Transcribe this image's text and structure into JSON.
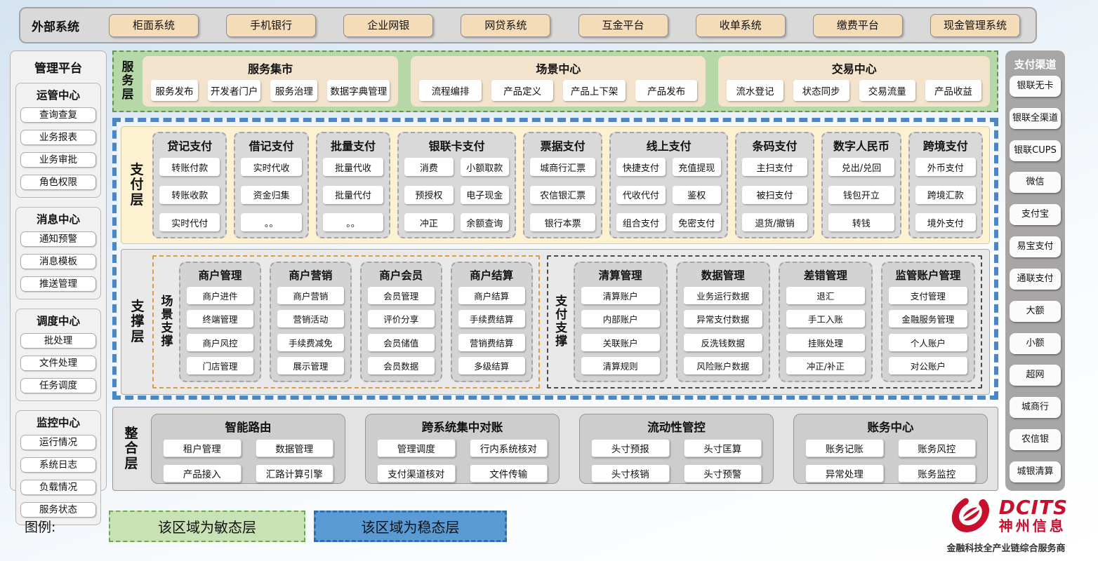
{
  "external": {
    "label": "外部系统",
    "systems": [
      "柜面系统",
      "手机银行",
      "企业网银",
      "网贷系统",
      "互金平台",
      "收单系统",
      "缴费平台",
      "现金管理系统"
    ]
  },
  "management": {
    "title": "管理平台",
    "groups": [
      {
        "title": "运管中心",
        "items": [
          "查询查复",
          "业务报表",
          "业务审批",
          "角色权限"
        ]
      },
      {
        "title": "消息中心",
        "items": [
          "通知预警",
          "消息模板",
          "推送管理"
        ]
      },
      {
        "title": "调度中心",
        "items": [
          "批处理",
          "文件处理",
          "任务调度"
        ]
      },
      {
        "title": "监控中心",
        "items": [
          "运行情况",
          "系统日志",
          "负载情况",
          "服务状态"
        ]
      }
    ]
  },
  "service_layer": {
    "label": "服务层",
    "panels": [
      {
        "title": "服务集市",
        "items": [
          "服务发布",
          "开发者门户",
          "服务治理",
          "数据字典管理"
        ]
      },
      {
        "title": "场景中心",
        "items": [
          "流程编排",
          "产品定义",
          "产品上下架",
          "产品发布"
        ]
      },
      {
        "title": "交易中心",
        "items": [
          "流水登记",
          "状态同步",
          "交易流量",
          "产品收益"
        ]
      }
    ]
  },
  "payment_layer": {
    "label": "支付层",
    "columns": [
      {
        "title": "贷记支付",
        "cols": 1,
        "items": [
          "转账付款",
          "转账收款",
          "实时代付"
        ]
      },
      {
        "title": "借记支付",
        "cols": 1,
        "items": [
          "实时代收",
          "资金归集",
          "。。"
        ]
      },
      {
        "title": "批量支付",
        "cols": 1,
        "items": [
          "批量代收",
          "批量代付",
          "。。"
        ]
      },
      {
        "title": "银联卡支付",
        "cols": 2,
        "items": [
          "消费",
          "小额取款",
          "预授权",
          "电子现金",
          "冲正",
          "余额查询"
        ]
      },
      {
        "title": "票据支付",
        "cols": 1,
        "items": [
          "城商行汇票",
          "农信银汇票",
          "银行本票"
        ]
      },
      {
        "title": "线上支付",
        "cols": 2,
        "items": [
          "快捷支付",
          "充值提现",
          "代收代付",
          "鉴权",
          "组合支付",
          "免密支付"
        ]
      },
      {
        "title": "条码支付",
        "cols": 1,
        "items": [
          "主扫支付",
          "被扫支付",
          "退货/撤销"
        ]
      },
      {
        "title": "数字人民币",
        "cols": 1,
        "items": [
          "兑出/兑回",
          "钱包开立",
          "转钱"
        ]
      },
      {
        "title": "跨境支付",
        "cols": 1,
        "items": [
          "外币支付",
          "跨境汇款",
          "境外支付"
        ]
      }
    ]
  },
  "support_layer": {
    "label": "支撑层",
    "groups": [
      {
        "label": "场景支撑",
        "style": "orange",
        "columns": [
          {
            "title": "商户管理",
            "items": [
              "商户进件",
              "终端管理",
              "商户风控",
              "门店管理"
            ]
          },
          {
            "title": "商户营销",
            "items": [
              "商户营销",
              "营销活动",
              "手续费减免",
              "展示管理"
            ]
          },
          {
            "title": "商户会员",
            "items": [
              "会员管理",
              "评价分享",
              "会员储值",
              "会员数据"
            ]
          },
          {
            "title": "商户结算",
            "items": [
              "商户结算",
              "手续费结算",
              "营销费结算",
              "多级结算"
            ]
          }
        ]
      },
      {
        "label": "支付支撑",
        "style": "dark",
        "columns": [
          {
            "title": "清算管理",
            "items": [
              "清算账户",
              "内部账户",
              "关联账户",
              "清算规则"
            ]
          },
          {
            "title": "数据管理",
            "items": [
              "业务运行数据",
              "异常支付数据",
              "反洗钱数据",
              "风险账户数据"
            ]
          },
          {
            "title": "差错管理",
            "items": [
              "退汇",
              "手工入账",
              "挂账处理",
              "冲正/补正"
            ]
          },
          {
            "title": "监管账户管理",
            "items": [
              "支付管理",
              "金融服务管理",
              "个人账户",
              "对公账户"
            ]
          }
        ]
      }
    ]
  },
  "integration_layer": {
    "label": "整合层",
    "panels": [
      {
        "title": "智能路由",
        "items": [
          "租户管理",
          "数据管理",
          "产品接入",
          "汇路计算引擎"
        ]
      },
      {
        "title": "跨系统集中对账",
        "items": [
          "管理调度",
          "行内系统核对",
          "支付渠道核对",
          "文件传输"
        ]
      },
      {
        "title": "流动性管控",
        "items": [
          "头寸预报",
          "头寸匡算",
          "头寸核销",
          "头寸预警"
        ]
      },
      {
        "title": "账务中心",
        "items": [
          "账务记账",
          "账务风控",
          "异常处理",
          "账务监控"
        ]
      }
    ]
  },
  "channels": {
    "title": "支付渠道",
    "items": [
      "银联无卡",
      "银联全渠道",
      "银联CUPS",
      "微信",
      "支付宝",
      "易宝支付",
      "通联支付",
      "大额",
      "小额",
      "超网",
      "城商行",
      "农信银",
      "城银清算"
    ]
  },
  "legend": {
    "label": "图例:",
    "items": [
      {
        "text": "该区域为敏态层",
        "type": "agile"
      },
      {
        "text": "该区域为稳态层",
        "type": "stable"
      }
    ]
  },
  "logo": {
    "brand": "DCITS",
    "name": "神州信息",
    "tagline": "金融科技全产业链综合服务商"
  },
  "colors": {
    "agile_green": "#b6d7a8",
    "stable_blue": "#4a87c7",
    "payment_cream": "#fcf2d2",
    "external_tan": "#f4dcb8",
    "brand_red": "#c8102e"
  }
}
